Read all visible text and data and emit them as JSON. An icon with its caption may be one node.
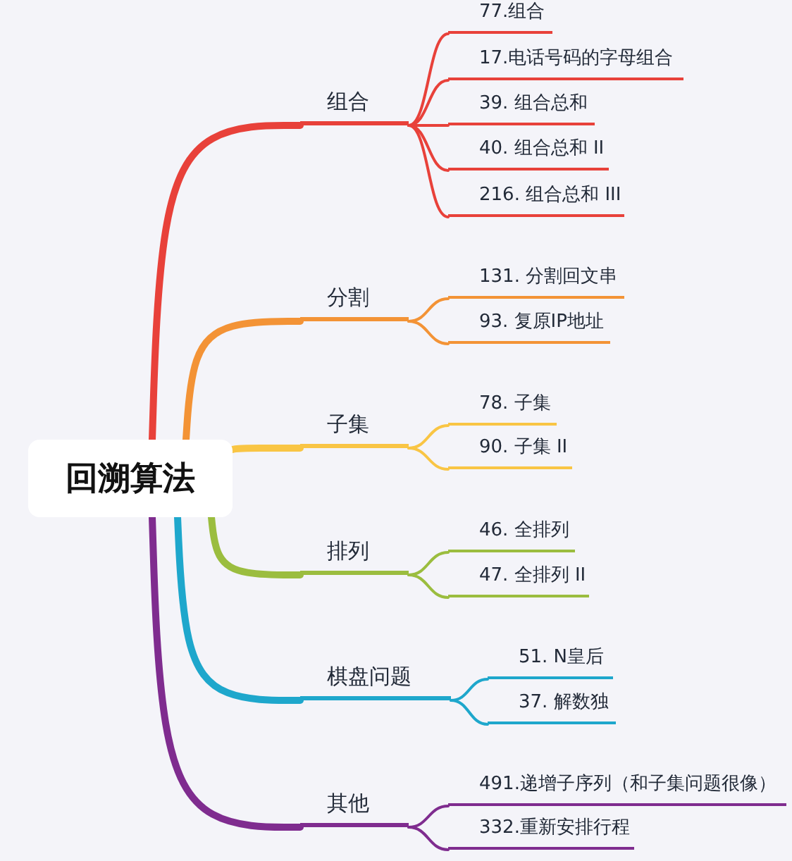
{
  "diagram": {
    "nodes": [
      {
        "text": [
          "回溯算法"
        ]
      },
      {
        "text": [
          "组合"
        ]
      },
      {
        "text": [
          "77.组合"
        ]
      },
      {
        "text": [
          "17.电话号码的字母组合"
        ]
      },
      {
        "text": [
          "39. 组合总和"
        ]
      },
      {
        "text": [
          "40. 组合总和 II"
        ]
      },
      {
        "text": [
          "216. 组合总和 III"
        ]
      },
      {
        "text": [
          "分割"
        ]
      },
      {
        "text": [
          "131. 分割回文串"
        ]
      },
      {
        "text": [
          "93. 复原IP地址"
        ]
      },
      {
        "text": [
          "子集"
        ]
      },
      {
        "text": [
          "78. 子集"
        ]
      },
      {
        "text": [
          "90. 子集 II"
        ]
      },
      {
        "text": [
          "排列"
        ]
      },
      {
        "text": [
          "46. 全排列"
        ]
      },
      {
        "text": [
          "47. 全排列 II"
        ]
      },
      {
        "text": [
          "棋盘问题"
        ]
      },
      {
        "text": [
          "51. N皇后"
        ]
      },
      {
        "text": [
          "37. 解数独"
        ]
      },
      {
        "text": [
          "其他"
        ]
      },
      {
        "text": [
          "491.递增子序列（和子集问题很像）"
        ]
      },
      {
        "text": [
          "332.重新安排行程"
        ]
      }
    ],
    "edges": [
      {
        "from": 0,
        "to": 1,
        "arrow": "none",
        "style": "thick",
        "color": "#e8413a"
      },
      {
        "from": 1,
        "to": 2,
        "arrow": "none",
        "color": "#e8413a"
      },
      {
        "from": 1,
        "to": 3,
        "arrow": "none",
        "color": "#e8413a"
      },
      {
        "from": 1,
        "to": 4,
        "arrow": "none",
        "color": "#e8413a"
      },
      {
        "from": 1,
        "to": 5,
        "arrow": "none",
        "color": "#e8413a"
      },
      {
        "from": 1,
        "to": 6,
        "arrow": "none",
        "color": "#e8413a"
      },
      {
        "from": 0,
        "to": 7,
        "arrow": "none",
        "style": "thick",
        "color": "#f39336"
      },
      {
        "from": 7,
        "to": 8,
        "arrow": "none",
        "color": "#f39336"
      },
      {
        "from": 7,
        "to": 9,
        "arrow": "none",
        "color": "#f39336"
      },
      {
        "from": 0,
        "to": 10,
        "arrow": "none",
        "style": "thick",
        "color": "#f9c544"
      },
      {
        "from": 10,
        "to": 11,
        "arrow": "none",
        "color": "#f9c544"
      },
      {
        "from": 10,
        "to": 12,
        "arrow": "none",
        "color": "#f9c544"
      },
      {
        "from": 0,
        "to": 13,
        "arrow": "none",
        "style": "thick",
        "color": "#9bbd3f"
      },
      {
        "from": 13,
        "to": 14,
        "arrow": "none",
        "color": "#9bbd3f"
      },
      {
        "from": 13,
        "to": 15,
        "arrow": "none",
        "color": "#9bbd3f"
      },
      {
        "from": 0,
        "to": 16,
        "arrow": "none",
        "style": "thick",
        "color": "#1ea7cc"
      },
      {
        "from": 16,
        "to": 17,
        "arrow": "none",
        "color": "#1ea7cc"
      },
      {
        "from": 16,
        "to": 18,
        "arrow": "none",
        "color": "#1ea7cc"
      },
      {
        "from": 0,
        "to": 19,
        "arrow": "none",
        "style": "thick",
        "color": "#7f2c8f"
      },
      {
        "from": 19,
        "to": 20,
        "arrow": "none",
        "color": "#7f2c8f"
      },
      {
        "from": 19,
        "to": 21,
        "arrow": "none",
        "color": "#7f2c8f"
      }
    ]
  }
}
